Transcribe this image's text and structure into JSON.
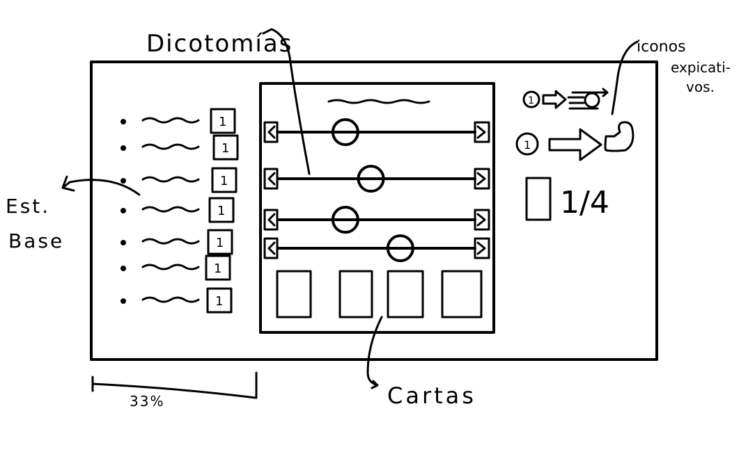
{
  "annotations": {
    "dichotomies": "Dicotomías",
    "icons": [
      "iconos",
      "expicati-",
      "vos."
    ],
    "base_stats": [
      "Est.",
      "Base"
    ],
    "cards": "Cartas",
    "width_note": "33%"
  },
  "stats": {
    "values": [
      "1",
      "1",
      "1",
      "1",
      "1",
      "1",
      "1"
    ]
  },
  "right_panel": {
    "step_badge_1": "1",
    "step_badge_2": "1",
    "counter": "1/4"
  },
  "dichotomies": {
    "slider_positions": [
      0.34,
      0.47,
      0.34,
      0.62
    ]
  },
  "cards": {
    "count": 4
  }
}
